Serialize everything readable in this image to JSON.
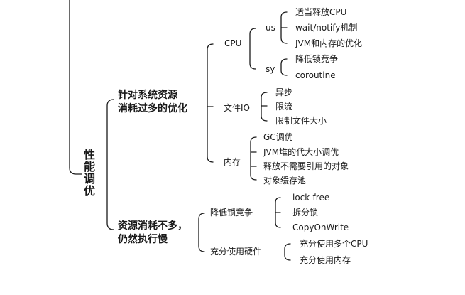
{
  "root": {
    "label": "性能调优"
  },
  "branch_consumption": {
    "label_line1": "针对系统资源",
    "label_line2": "消耗过多的优化",
    "cpu": {
      "label": "CPU",
      "us": {
        "label": "us",
        "items": [
          "适当释放CPU",
          "wait/notify机制",
          "JVM和内存的优化"
        ]
      },
      "sy": {
        "label": "sy",
        "items": [
          "降低锁竞争",
          "coroutine"
        ]
      }
    },
    "file_io": {
      "label": "文件IO",
      "items": [
        "异步",
        "限流",
        "限制文件大小"
      ]
    },
    "memory": {
      "label": "内存",
      "items": [
        "GC调优",
        "JVM堆的代大小调优",
        "释放不需要引用的对象",
        "对象缓存池"
      ]
    }
  },
  "branch_slow": {
    "label_line1": "资源消耗不多，",
    "label_line2": "仍然执行慢",
    "lock": {
      "label": "降低锁竞争",
      "items": [
        "lock-free",
        "拆分锁",
        "CopyOnWrite"
      ]
    },
    "hardware": {
      "label": "充分使用硬件",
      "items": [
        "充分使用多个CPU",
        "充分使用内存"
      ]
    }
  }
}
